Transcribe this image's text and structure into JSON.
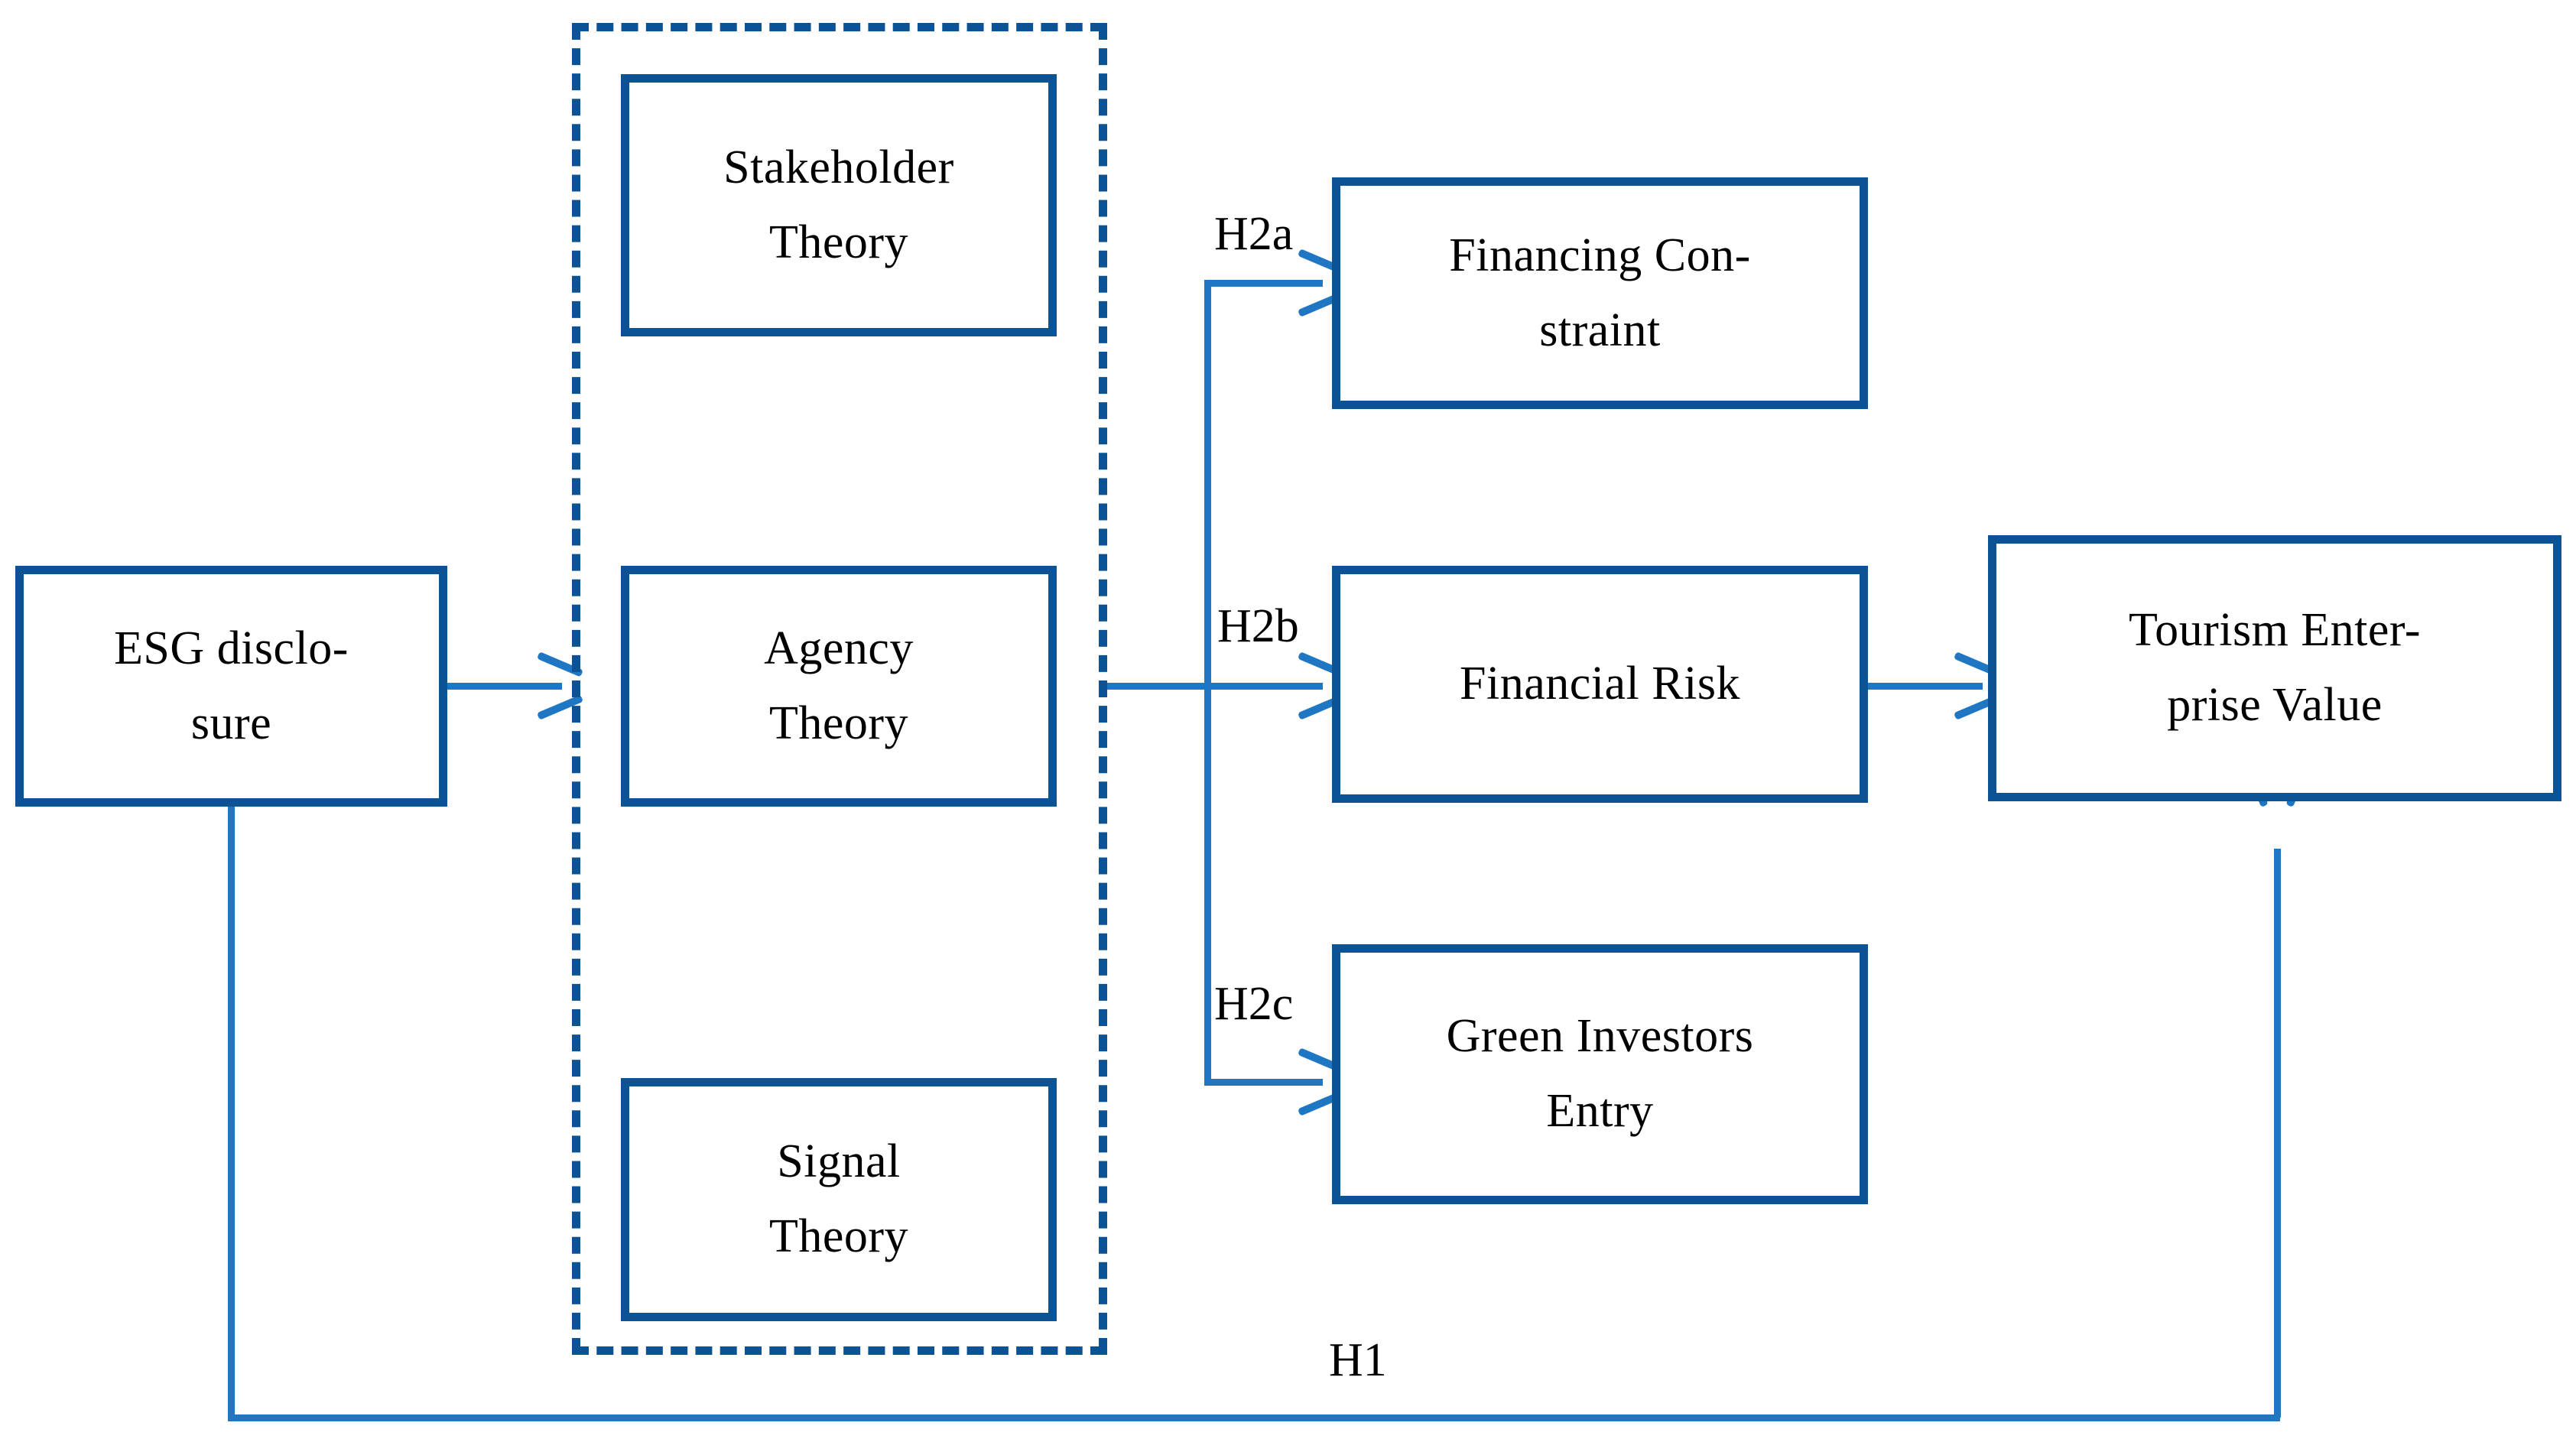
{
  "diagram": {
    "type": "research-framework-path-diagram",
    "accent_color": "#0b5394",
    "connector_color": "#1f77c4",
    "background_color": "#ffffff",
    "text_color": "#000000"
  },
  "nodes": {
    "independent": {
      "id": "esg-disclosure",
      "line1": "ESG disclo-",
      "line2": "sure"
    },
    "theory_group": {
      "id": "theoretical-foundations",
      "items": [
        {
          "id": "stakeholder-theory",
          "line1": "Stakeholder",
          "line2": "Theory"
        },
        {
          "id": "agency-theory",
          "line1": "Agency",
          "line2": "Theory"
        },
        {
          "id": "signal-theory",
          "line1": "Signal",
          "line2": "Theory"
        }
      ]
    },
    "mediators": [
      {
        "id": "financing-constraint",
        "line1": "Financing Con-",
        "line2": "straint"
      },
      {
        "id": "financial-risk",
        "line1": "Financial Risk",
        "line2": ""
      },
      {
        "id": "green-investors-entry",
        "line1": "Green Investors",
        "line2": "Entry"
      }
    ],
    "dependent": {
      "id": "tourism-enterprise-value",
      "line1": "Tourism Enter-",
      "line2": "prise Value"
    }
  },
  "edge_labels": {
    "h2a": "H2a",
    "h2b": "H2b",
    "h2c": "H2c",
    "h1": "H1"
  }
}
